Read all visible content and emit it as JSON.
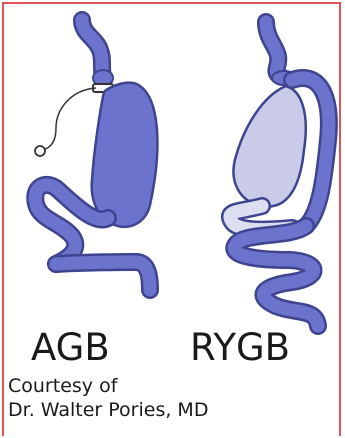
{
  "labels": {
    "left": "AGB",
    "right": "RYGB"
  },
  "credit": {
    "line1": "Courtesy of",
    "line2": "Dr. Walter Pories, MD"
  },
  "colors": {
    "border": "#e15456",
    "gut_blue": "#6b73cc",
    "gut_outline": "#3e448f",
    "pouch_light": "#c9cbe8",
    "limb_light": "#dcdff0"
  }
}
